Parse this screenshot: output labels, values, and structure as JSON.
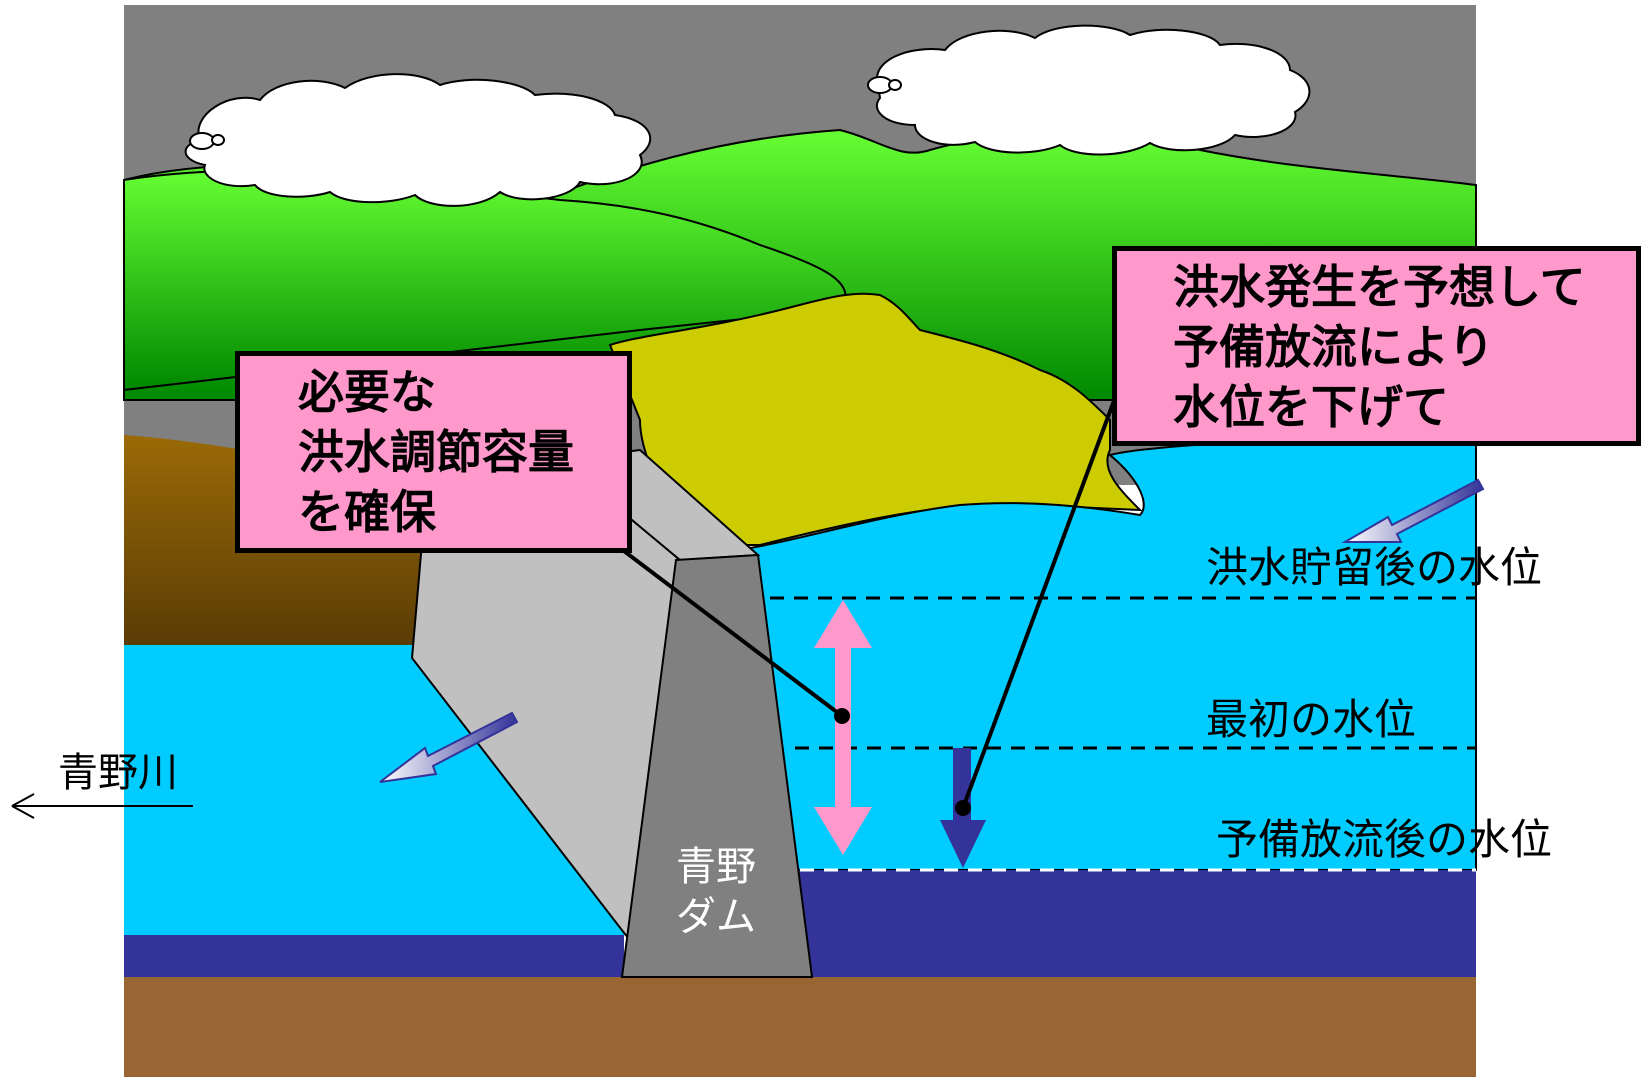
{
  "callouts": {
    "left": [
      "必要な",
      "洪水調節容量",
      "を確保"
    ],
    "right": [
      "洪水発生を予想して",
      "予備放流により",
      "水位を下げて"
    ]
  },
  "labels": {
    "after_storage": "洪水貯留後の水位",
    "initial": "最初の水位",
    "after_release": "予備放流後の水位",
    "river": "青野川",
    "dam": [
      "青野",
      "ダム"
    ]
  },
  "icons": [
    "cloud-icon",
    "flow-arrow-icon",
    "double-arrow-icon",
    "down-arrow-icon",
    "left-arrow-icon"
  ],
  "colors": {
    "sky": "#808080",
    "hills": "#66ff33",
    "water": "#00ccff",
    "deep_water": "#333399",
    "ground": "#996633",
    "callout": "#ff99cc",
    "dam": "#808080",
    "dam_side": "#c0c0c0",
    "arrow_pink": "#ff99cc"
  }
}
